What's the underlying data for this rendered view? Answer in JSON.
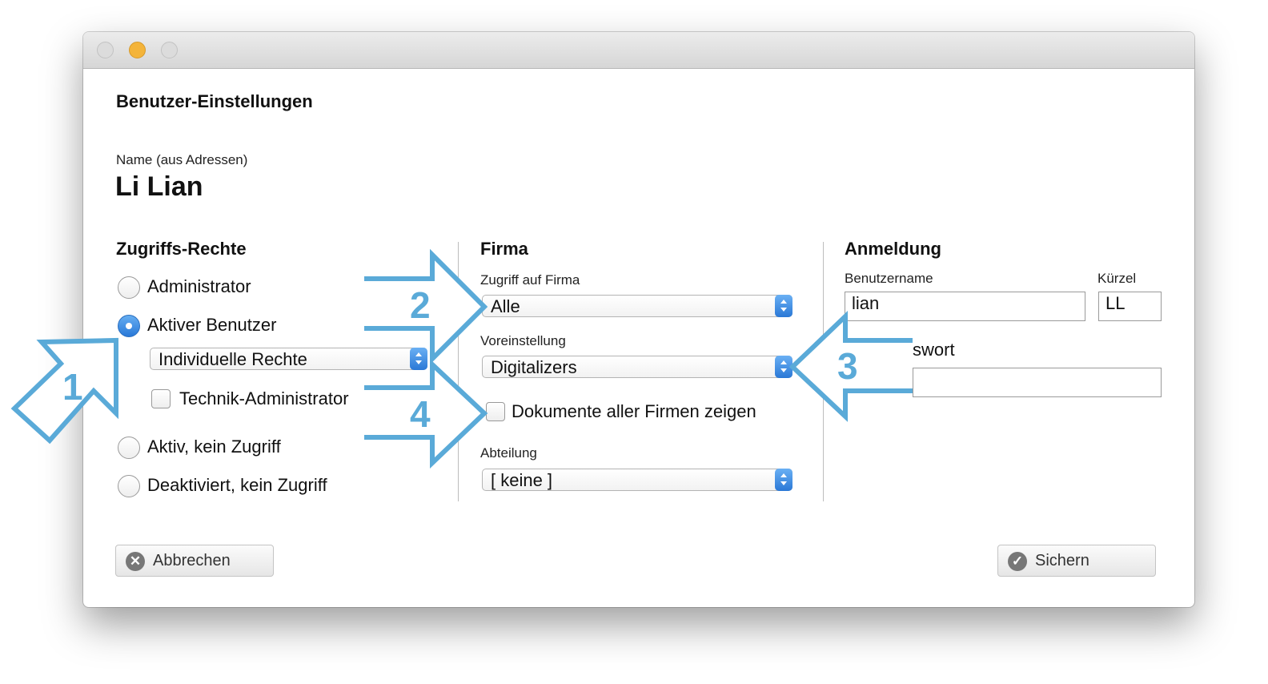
{
  "dialog": {
    "title": "Benutzer-Einstellungen",
    "name_label": "Name (aus Adressen)",
    "name_value": "Li Lian"
  },
  "access": {
    "heading": "Zugriffs-Rechte",
    "options": [
      {
        "label": "Administrator",
        "selected": false
      },
      {
        "label": "Aktiver Benutzer",
        "selected": true
      },
      {
        "label": "Aktiv, kein Zugriff",
        "selected": false
      },
      {
        "label": "Deaktiviert, kein Zugriff",
        "selected": false
      }
    ],
    "rights_select": "Individuelle Rechte",
    "tech_admin_label": "Technik-Administrator",
    "tech_admin_checked": false
  },
  "firma": {
    "heading": "Firma",
    "zugriff_label": "Zugriff auf Firma",
    "zugriff_value": "Alle",
    "voreinstellung_label": "Voreinstellung",
    "voreinstellung_value": "Digitalizers",
    "docs_all_label": "Dokumente aller Firmen zeigen",
    "docs_all_checked": false,
    "abteilung_label": "Abteilung",
    "abteilung_value": "[ keine ]"
  },
  "login": {
    "heading": "Anmeldung",
    "username_label": "Benutzername",
    "username_value": "lian",
    "short_label": "Kürzel",
    "short_value": "LL",
    "password_label_visible": "swort",
    "password_value": ""
  },
  "buttons": {
    "cancel": "Abbrechen",
    "save": "Sichern"
  },
  "callouts": [
    "1",
    "2",
    "3",
    "4"
  ],
  "colors": {
    "accent": "#2f7fdc",
    "callout": "#5aaad8",
    "traffic_minimize": "#f4b43a"
  }
}
